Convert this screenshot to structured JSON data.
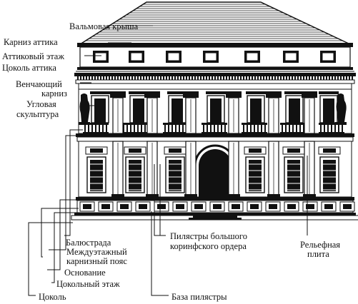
{
  "labels": {
    "roof": "Вальмовая крыша",
    "attic_cornice": "Карниз аттика",
    "attic_floor": "Аттиковый этаж",
    "attic_plinth": "Цоколь аттика",
    "crowning_cornice_1": "Венчающий",
    "crowning_cornice_2": "карниз",
    "corner_sculpture_1": "Угловая",
    "corner_sculpture_2": "скульптура",
    "balustrade": "Балюстрада",
    "interfloor_1": "Междуэтажный",
    "interfloor_2": "карнизный пояс",
    "base": "Основание",
    "plinth_floor": "Цокольный этаж",
    "plinth": "Цоколь",
    "pilasters_1": "Пилястры большого",
    "pilasters_2": "коринфского ордера",
    "relief_1": "Рельефная",
    "relief_2": "плита",
    "pilaster_base": "База пилястры"
  }
}
